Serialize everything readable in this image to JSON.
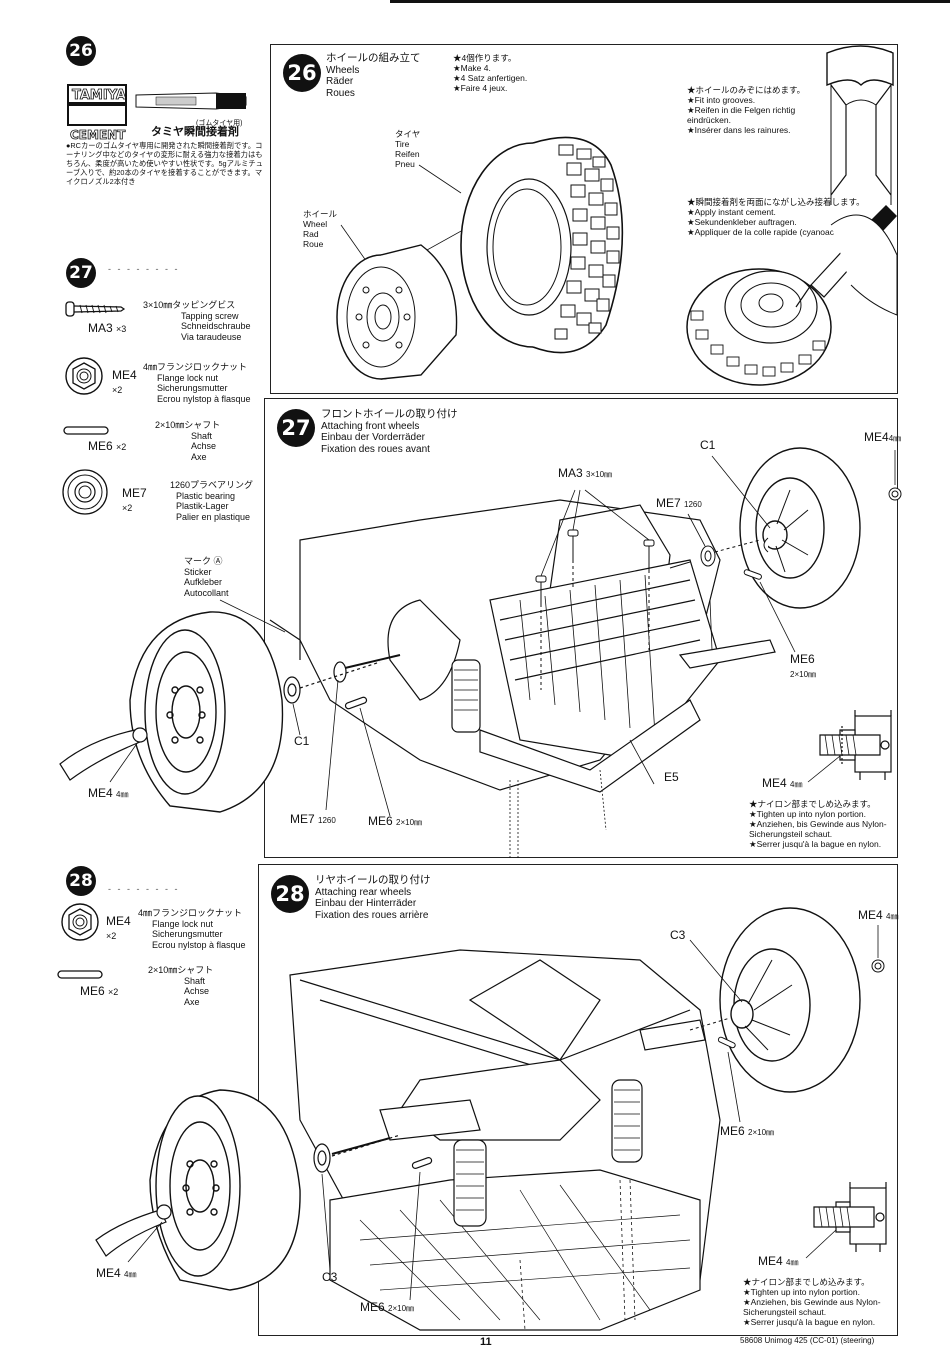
{
  "page": {
    "footer_left": "11",
    "footer_right": "58608 Unimog 425 (CC-01) (steering)"
  },
  "steps": {
    "s26": {
      "number": "26",
      "header": {
        "jp": "ホイールの組み立て",
        "en": "Wheels",
        "de": "Räder",
        "fr": "Roues"
      },
      "make": {
        "jp": "★4個作ります。",
        "en": "★Make 4.",
        "de": "★4 Satz anfertigen.",
        "fr": "★Faire 4 jeux."
      },
      "tire": {
        "jp": "タイヤ",
        "en": "Tire",
        "de": "Reifen",
        "fr": "Pneu"
      },
      "wheel": {
        "jp": "ホイール",
        "en": "Wheel",
        "de": "Rad",
        "fr": "Roue"
      },
      "grooves": {
        "jp": "★ホイールのみぞにはめます。",
        "en": "★Fit into grooves.",
        "de": "★Reifen in die Felgen richtig eindrücken.",
        "fr": "★Insérer dans les rainures."
      },
      "cement": {
        "jp": "★瞬間接着剤を両面にながし込み接着します。",
        "en": "★Apply instant cement.",
        "de": "★Sekundenkleber auftragen.",
        "fr": "★Appliquer de la colle rapide (cyanoacrylate)."
      },
      "sidebar": {
        "product_small": "(ゴムタイヤ用)",
        "product_name": "タミヤ瞬間接着剤",
        "description": "●RCカーのゴムタイヤ専用に開発された瞬間接着剤です。コーナリング中などのタイヤの変形に耐える強力な接着力はもちろん、柔度が高いため使いやすい性状です。5gアルミチューブ入りで、約20本のタイヤを接着することができます。マイクロノズル2本付き"
      }
    },
    "s27": {
      "number": "27",
      "header": {
        "jp": "フロントホイールの取り付け",
        "en": "Attaching front wheels",
        "de": "Einbau der Vorderräder",
        "fr": "Fixation des roues avant"
      },
      "parts": [
        {
          "code": "MA3",
          "qty": "×3",
          "jp": "3×10㎜タッピングビス",
          "en": "Tapping screw",
          "de": "Schneidschraube",
          "fr": "Via taraudeuse"
        },
        {
          "code": "ME4",
          "qty": "×2",
          "jp": "4㎜フランジロックナット",
          "en": "Flange lock nut",
          "de": "Sicherungsmutter",
          "fr": "Ecrou nylstop à flasque"
        },
        {
          "code": "ME6",
          "qty": "×2",
          "jp": "2×10㎜シャフト",
          "en": "Shaft",
          "de": "Achse",
          "fr": "Axe"
        },
        {
          "code": "ME7",
          "qty": "×2",
          "jp": "1260プラベアリング",
          "en": "Plastic bearing",
          "de": "Plastik-Lager",
          "fr": "Palier en plastique"
        }
      ],
      "sticker": {
        "jp": "マーク Ⓐ",
        "en": "Sticker",
        "de": "Aufkleber",
        "fr": "Autocollant"
      },
      "labels": {
        "c1_top": "C1",
        "me4_top": "ME4",
        "me4_top_size": "4㎜",
        "ma3": "MA3",
        "ma3_size": "3×10㎜",
        "me7": "ME7",
        "me7_size": "1260",
        "me6": "ME6",
        "me6_size": "2×10㎜",
        "c1_left": "C1",
        "me4_left": "ME4",
        "me4_left_size": "4㎜",
        "me7_bottom": "ME7",
        "me7_bottom_size": "1260",
        "me6_bottom": "ME6",
        "me6_bottom_size": "2×10㎜",
        "e5": "E5",
        "me4_detail": "ME4",
        "me4_detail_size": "4㎜"
      },
      "nylon": {
        "jp": "★ナイロン部までしめ込みます。",
        "en": "★Tighten up into nylon portion.",
        "de": "★Anziehen, bis Gewinde aus Nylon-Sicherungsteil schaut.",
        "fr": "★Serrer jusqu'à la bague en nylon."
      }
    },
    "s28": {
      "number": "28",
      "header": {
        "jp": "リヤホイールの取り付け",
        "en": "Attaching rear wheels",
        "de": "Einbau der Hinterräder",
        "fr": "Fixation des roues arrière"
      },
      "parts": [
        {
          "code": "ME4",
          "qty": "×2",
          "jp": "4㎜フランジロックナット",
          "en": "Flange lock nut",
          "de": "Sicherungsmutter",
          "fr": "Ecrou nylstop à flasque"
        },
        {
          "code": "ME6",
          "qty": "×2",
          "jp": "2×10㎜シャフト",
          "en": "Shaft",
          "de": "Achse",
          "fr": "Axe"
        }
      ],
      "labels": {
        "c3_top": "C3",
        "me4_top": "ME4",
        "me4_top_size": "4㎜",
        "me6": "ME6",
        "me6_size": "2×10㎜",
        "me4_left": "ME4",
        "me4_left_size": "4㎜",
        "c3_left": "C3",
        "me6_bottom": "ME6",
        "me6_bottom_size": "2×10㎜",
        "me4_detail": "ME4",
        "me4_detail_size": "4㎜"
      },
      "nylon": {
        "jp": "★ナイロン部までしめ込みます。",
        "en": "★Tighten up into nylon portion.",
        "de": "★Anziehen, bis Gewinde aus Nylon-Sicherungsteil schaut.",
        "fr": "★Serrer jusqu'à la bague en nylon."
      }
    }
  }
}
